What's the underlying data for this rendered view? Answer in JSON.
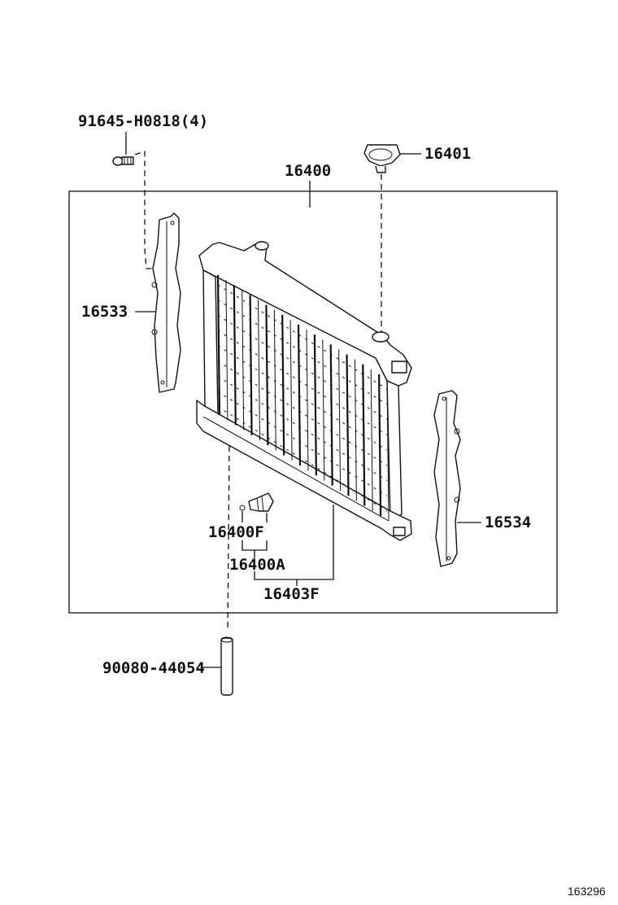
{
  "labels": {
    "bolt": "91645-H0818(4)",
    "radiator": "16400",
    "cap": "16401",
    "left_support": "16533",
    "right_support": "16534",
    "drain_cock": "16400F",
    "drain_cock_sub": "16400A",
    "lower_tank": "16403F",
    "hose": "90080-44054"
  },
  "figure_number": "163296",
  "icons": [
    "bolt-icon",
    "radiator-cap-icon",
    "radiator-icon",
    "support-bracket-icon",
    "drain-cock-icon",
    "hose-icon"
  ]
}
